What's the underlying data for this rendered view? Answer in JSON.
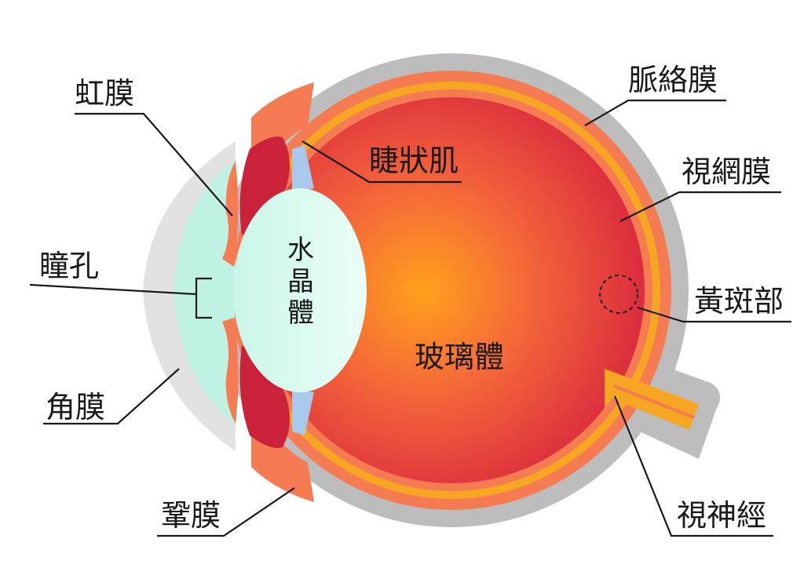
{
  "labels": {
    "iris": "虹膜",
    "pupil": "瞳孔",
    "cornea": "角膜",
    "sclera": "鞏膜",
    "ciliary": "睫狀肌",
    "lens": "水晶體",
    "vitreous": "玻璃體",
    "choroid": "脈絡膜",
    "retina": "視網膜",
    "macula": "黃斑部",
    "optic_nerve": "視神經"
  },
  "colors": {
    "sclera": "#bdbdbd",
    "choroid": "#f47b52",
    "retina": "#f6a623",
    "vitreous_center": "#ff9a1a",
    "vitreous_edge": "#d92a3f",
    "cornea": "#bff2e3",
    "lens": "#d9fbf0",
    "ciliary_body": "#c9223a",
    "zonule": "#a8c8ec",
    "line": "#1a1a1a"
  }
}
